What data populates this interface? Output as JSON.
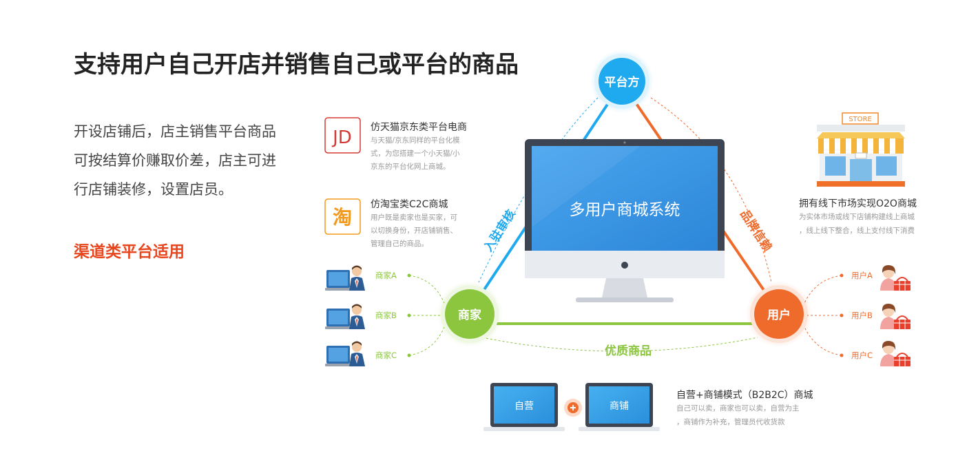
{
  "header": {
    "title": "支持用户自己开店并销售自己或平台的商品",
    "description_lines": [
      "开设店铺后，店主销售平台商品",
      "可按结算价赚取价差，店主可进",
      "行店铺装修，设置店员。"
    ],
    "channel_note": "渠道类平台适用"
  },
  "diagram": {
    "center_label": "多用户商城系统",
    "nodes": {
      "platform": "平台方",
      "merchant": "商家",
      "user": "用户"
    },
    "edges": {
      "merchant_platform": "入驻审核",
      "platform_user": "品牌信赖",
      "merchant_user": "优质商品"
    },
    "colors": {
      "platform": "#1fa9ee",
      "merchant": "#8cc63f",
      "user": "#ef6b2c",
      "monitor_screen": "#3b97e6"
    },
    "merchants": [
      "商家A",
      "商家B",
      "商家C"
    ],
    "users": [
      "用户A",
      "用户B",
      "用户C"
    ]
  },
  "features": {
    "jd": {
      "logo": "JD",
      "title": "仿天猫京东类平台电商",
      "desc": [
        "与天猫/京东同样的平台化模",
        "式，为您搭建一个小天猫/小",
        "京东的平台化网上商城。"
      ]
    },
    "taobao": {
      "logo": "淘",
      "title": "仿淘宝类C2C商城",
      "desc": [
        "用户既是卖家也是买家，可",
        "以切换身份，开店铺销售、",
        "管理自己的商品。"
      ]
    },
    "o2o": {
      "store_sign": "STORE",
      "title": "拥有线下市场实现O2O商城",
      "desc": [
        "为实体市场或线下店铺构建线上商城",
        "，线上线下整合，线上支付线下消费"
      ]
    },
    "b2b2c": {
      "laptop_left": "自营",
      "laptop_right": "商铺",
      "title": "自营+商铺模式（B2B2C）商城",
      "desc": [
        "自己可以卖，商家也可以卖，自营为主",
        "，商铺作为补充，管理员代收货款"
      ]
    }
  }
}
